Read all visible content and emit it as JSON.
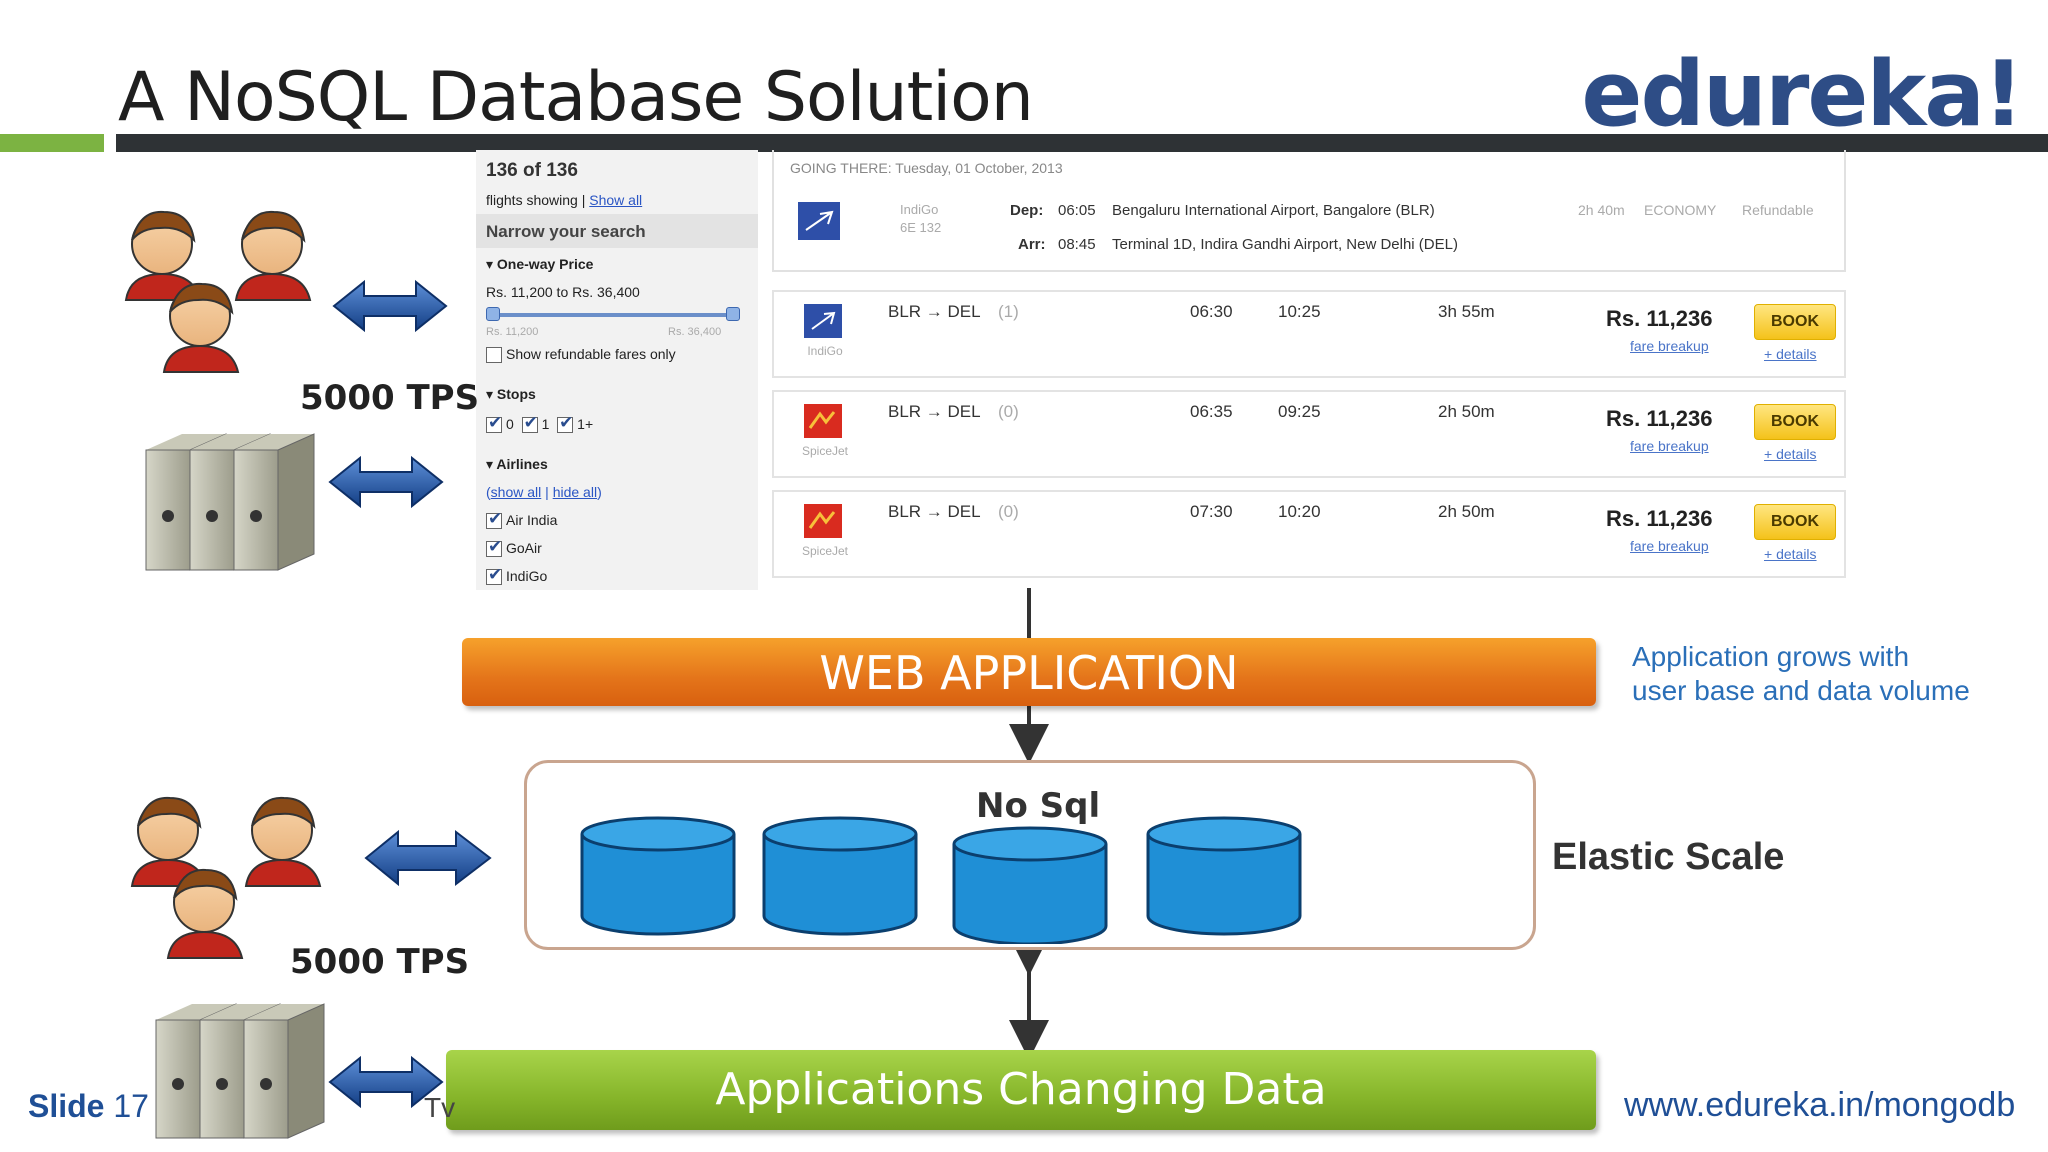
{
  "header": {
    "title": "A NoSQL Database Solution",
    "logo": "edureka!"
  },
  "website": {
    "results_count": "136 of 136",
    "flights_showing": "flights showing |",
    "show_all": "Show all",
    "narrow_search": "Narrow your search",
    "price_section": "One-way Price",
    "price_range": "Rs. 11,200 to Rs. 36,400",
    "slider_min": "Rs. 11,200",
    "slider_max": "Rs. 36,400",
    "refundable_only": "Show refundable fares only",
    "stops_section": "Stops",
    "stops": [
      "0",
      "1",
      "1+"
    ],
    "airlines_section": "Airlines",
    "airlines_show_all": "show all",
    "airlines_hide_all": "hide all",
    "airlines": [
      "Air India",
      "GoAir",
      "IndiGo"
    ],
    "going_there": "GOING THERE: Tuesday, 01 October, 2013",
    "selected": {
      "airline": "IndiGo",
      "flight_no": "6E 132",
      "dep_label": "Dep:",
      "dep_time": "06:05",
      "dep_airport": "Bengaluru International Airport, Bangalore (BLR)",
      "arr_label": "Arr:",
      "arr_time": "08:45",
      "arr_airport": "Terminal 1D, Indira Gandhi Airport, New Delhi (DEL)",
      "duration": "2h 40m",
      "class": "ECONOMY",
      "refund": "Refundable"
    },
    "flights": [
      {
        "airline": "IndiGo",
        "route": "BLR → DEL",
        "stops": "(1)",
        "dep": "06:30",
        "arr": "10:25",
        "duration": "3h 55m",
        "price": "Rs. 11,236",
        "fare": "fare breakup",
        "book": "BOOK",
        "details": "+ details",
        "logo_color": "#2e4fa8"
      },
      {
        "airline": "SpiceJet",
        "route": "BLR → DEL",
        "stops": "(0)",
        "dep": "06:35",
        "arr": "09:25",
        "duration": "2h 50m",
        "price": "Rs. 11,236",
        "fare": "fare breakup",
        "book": "BOOK",
        "details": "+ details",
        "logo_color": "#d92b1f"
      },
      {
        "airline": "SpiceJet",
        "route": "BLR → DEL",
        "stops": "(0)",
        "dep": "07:30",
        "arr": "10:20",
        "duration": "2h 50m",
        "price": "Rs. 11,236",
        "fare": "fare breakup",
        "book": "BOOK",
        "details": "+ details",
        "logo_color": "#d92b1f"
      }
    ]
  },
  "diagram": {
    "web_app": "WEB APPLICATION",
    "nosql": "No Sql",
    "app_grows_line1": "Application grows with",
    "app_grows_line2": "user base and data volume",
    "elastic": "Elastic Scale",
    "apps_data": "Applications Changing Data",
    "tps_top": "5000 TPS",
    "tps_bottom": "5000 TPS"
  },
  "footer": {
    "slide_label": "Slide",
    "slide_number": "17",
    "stray": "Tv",
    "url": "www.edureka.in/mongodb"
  },
  "colors": {
    "accent_green": "#7cb342",
    "logo_blue": "#2e4d86",
    "arrow_blue": "#1d4f9a",
    "cylinder_blue": "#1f8fd6"
  }
}
